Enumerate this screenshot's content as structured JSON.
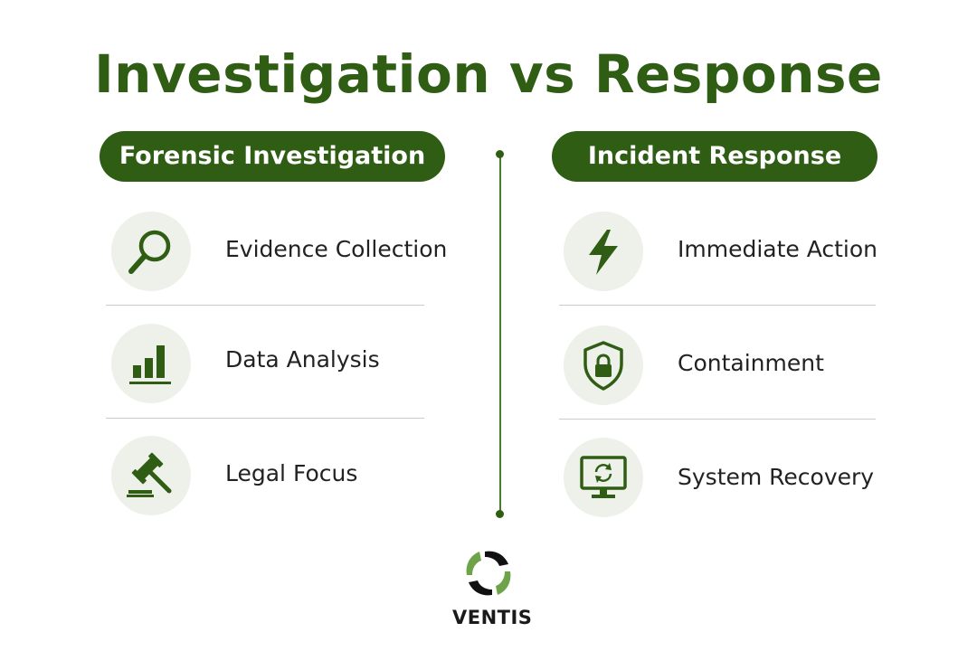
{
  "title": "Investigation vs Response",
  "left_column": {
    "header": "Forensic Investigation",
    "items": [
      {
        "label": "Evidence Collection",
        "icon": "magnifying-glass-icon"
      },
      {
        "label": "Data Analysis",
        "icon": "bar-chart-icon"
      },
      {
        "label": "Legal Focus",
        "icon": "gavel-icon"
      }
    ]
  },
  "right_column": {
    "header": "Incident Response",
    "items": [
      {
        "label": "Immediate Action",
        "icon": "lightning-bolt-icon"
      },
      {
        "label": "Containment",
        "icon": "shield-lock-icon"
      },
      {
        "label": "System Recovery",
        "icon": "monitor-refresh-icon"
      }
    ]
  },
  "logo": {
    "text": "VENTIS",
    "icon": "swirl-logo-icon"
  },
  "colors": {
    "primary_green": "#2f5d14",
    "accent_green": "#6fa34a",
    "icon_background": "#eef0ea",
    "text": "#222222"
  }
}
